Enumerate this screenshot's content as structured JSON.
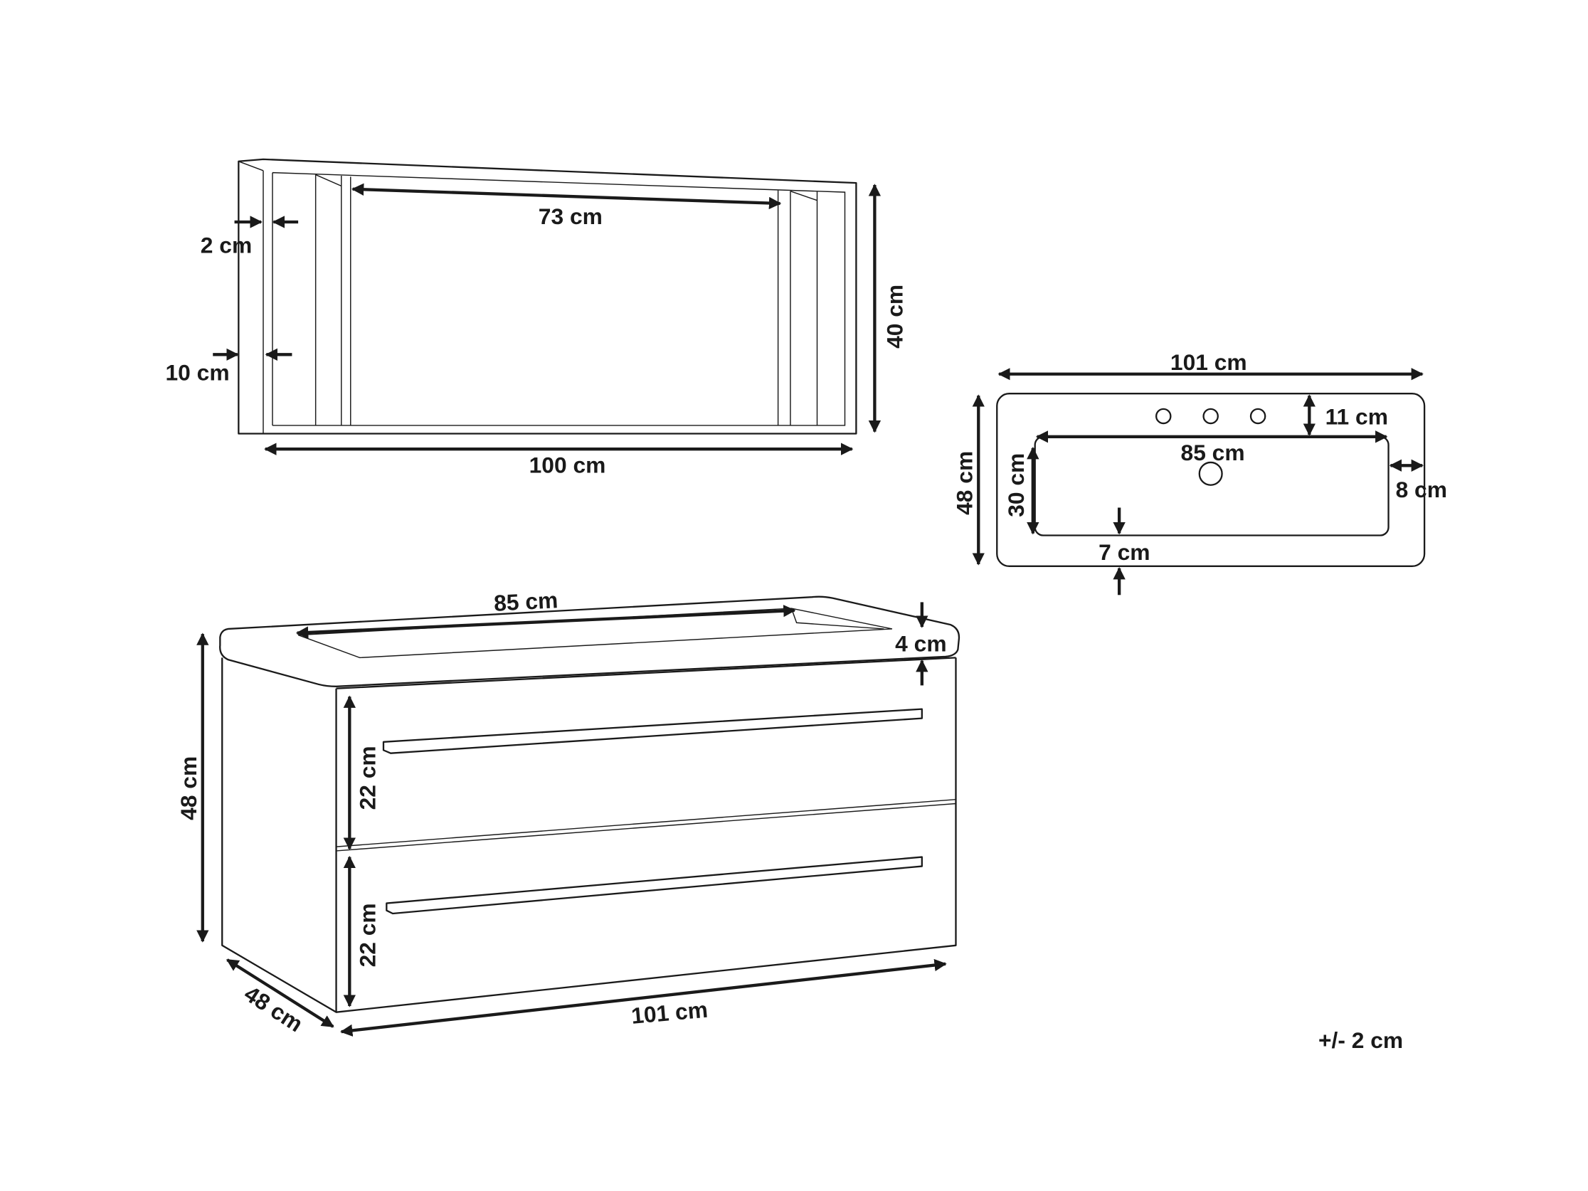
{
  "shelf": {
    "inner_width": "73 cm",
    "wall_thickness": "2 cm",
    "side_depth": "10 cm",
    "height": "40 cm",
    "width": "100 cm"
  },
  "sink_top_view": {
    "width": "101 cm",
    "depth": "48 cm",
    "tap_offset": "11 cm",
    "basin_width": "85 cm",
    "basin_depth": "30 cm",
    "side_margin": "8 cm",
    "front_margin": "7 cm"
  },
  "cabinet": {
    "basin_width": "85 cm",
    "top_thickness": "4 cm",
    "height": "48 cm",
    "drawer_top_height": "22 cm",
    "drawer_bottom_height": "22 cm",
    "depth": "48 cm",
    "width": "101 cm"
  },
  "tolerance": "+/- 2 cm"
}
